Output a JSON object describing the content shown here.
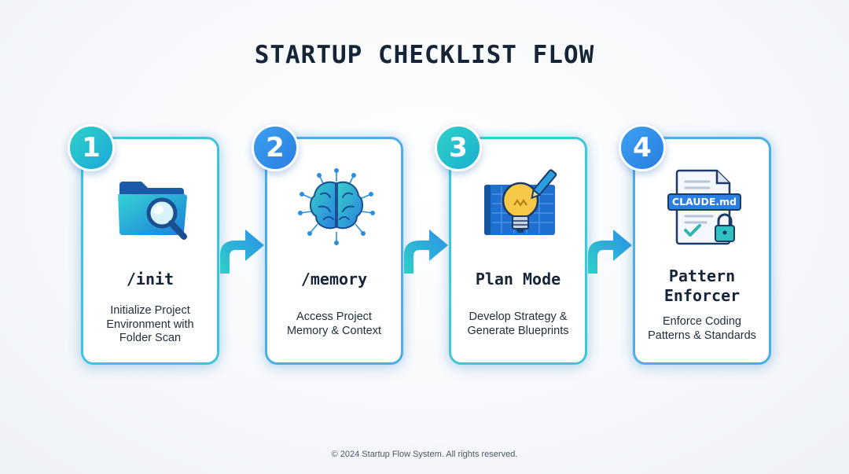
{
  "title": "STARTUP CHECKLIST FLOW",
  "steps": [
    {
      "number": "1",
      "heading": "/init",
      "desc": [
        "Initialize Project",
        "Environment with",
        "Folder Scan"
      ],
      "icon": "folder-search-icon"
    },
    {
      "number": "2",
      "heading": "/memory",
      "desc": [
        "Access Project",
        "Memory & Context"
      ],
      "icon": "brain-icon"
    },
    {
      "number": "3",
      "heading": "Plan Mode",
      "desc": [
        "Develop Strategy &",
        "Generate Blueprints"
      ],
      "icon": "lightbulb-blueprint-icon"
    },
    {
      "number": "4",
      "heading": [
        "Pattern",
        "Enforcer"
      ],
      "desc": [
        "Enforce Coding",
        "Patterns & Standards"
      ],
      "icon": "document-lock-icon",
      "doc_label": "CLAUDE.md"
    }
  ],
  "footer": "© 2024 Startup Flow System. All rights reserved.",
  "colors": {
    "teal": "#2fd0c8",
    "blue": "#2a7fe0",
    "dark": "#152436"
  }
}
